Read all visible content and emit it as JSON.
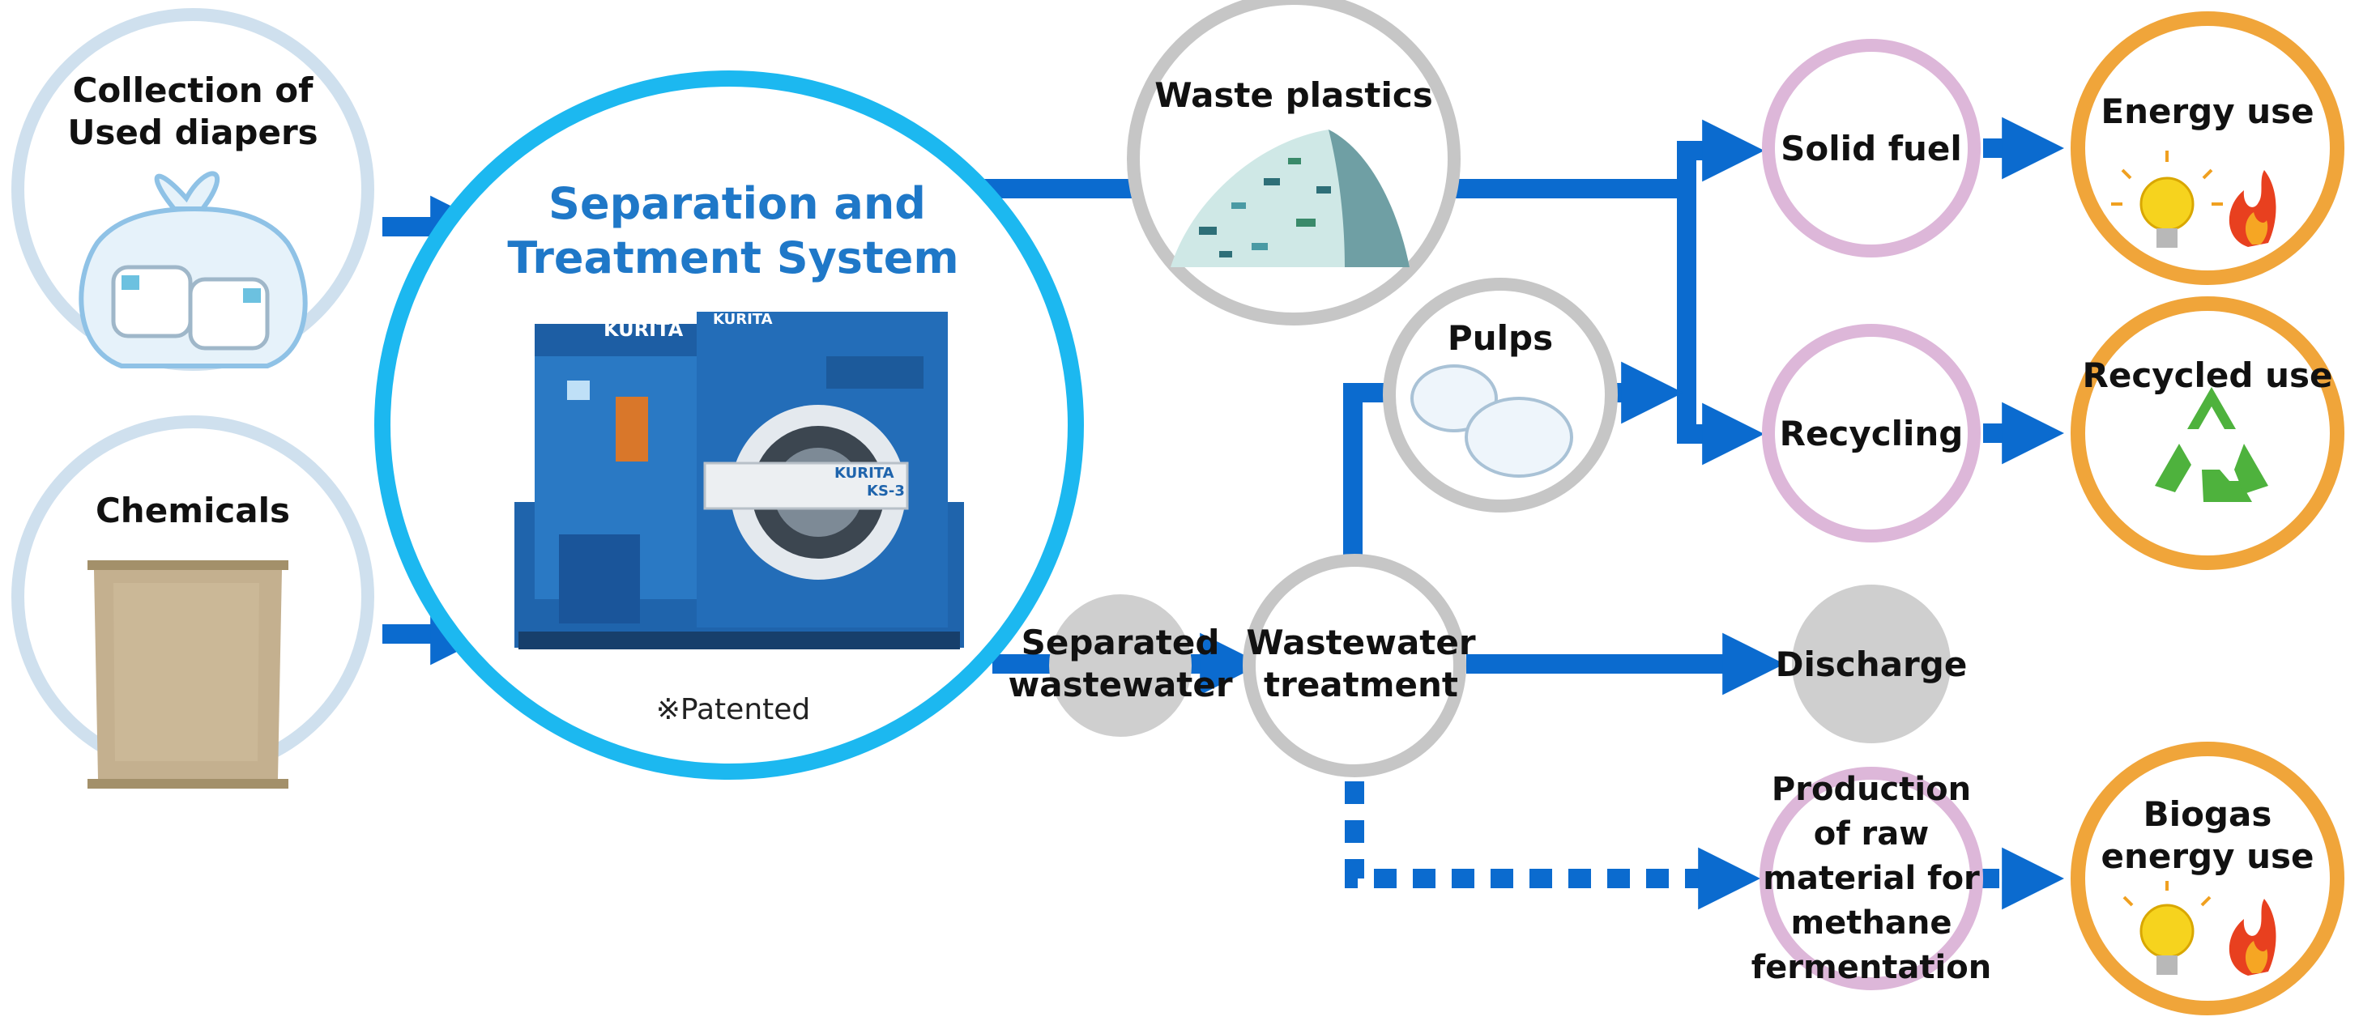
{
  "colors": {
    "arrow": "#0b6bcf",
    "system_ring": "#1cb8f0",
    "input_ring": "#cfe0ee",
    "grey_ring": "#c6c6c6",
    "pink_ring": "#ddb7d9",
    "orange_ring": "#f0a53a",
    "discharge_fill": "#cfcfcf",
    "system_title": "#1f78c8"
  },
  "inputs": {
    "diapers": {
      "line1": "Collection of",
      "line2": "Used diapers",
      "icon": "diaper-bag-icon"
    },
    "chemicals": {
      "label": "Chemicals",
      "icon": "chemical-sack-icon"
    }
  },
  "system": {
    "title_line1": "Separation and",
    "title_line2": "Treatment System",
    "machine_brand": "KURITA",
    "machine_model": "KS-3",
    "note": "※Patented"
  },
  "intermediates": {
    "waste_plastics": {
      "label": "Waste plastics",
      "icon": "plastic-pile-icon"
    },
    "pulps": {
      "label": "Pulps",
      "icon": "pulp-icon"
    },
    "separated_wastewater": {
      "line1": "Separated",
      "line2": "wastewater"
    },
    "wastewater_treatment": {
      "line1": "Wastewater",
      "line2": "treatment"
    }
  },
  "processes": {
    "solid_fuel": {
      "label": "Solid fuel"
    },
    "recycling": {
      "label": "Recycling"
    },
    "discharge": {
      "label": "Discharge"
    },
    "methane": {
      "lines": [
        "Production",
        "of raw",
        "material for",
        "methane",
        "fermentation"
      ]
    }
  },
  "outcomes": {
    "energy_use": {
      "label": "Energy use",
      "icons": [
        "lightbulb-icon",
        "flame-icon"
      ]
    },
    "recycled_use": {
      "label": "Recycled use",
      "icon": "recycle-icon"
    },
    "biogas": {
      "line1": "Biogas",
      "line2": "energy use",
      "icons": [
        "lightbulb-icon",
        "flame-icon"
      ]
    }
  }
}
